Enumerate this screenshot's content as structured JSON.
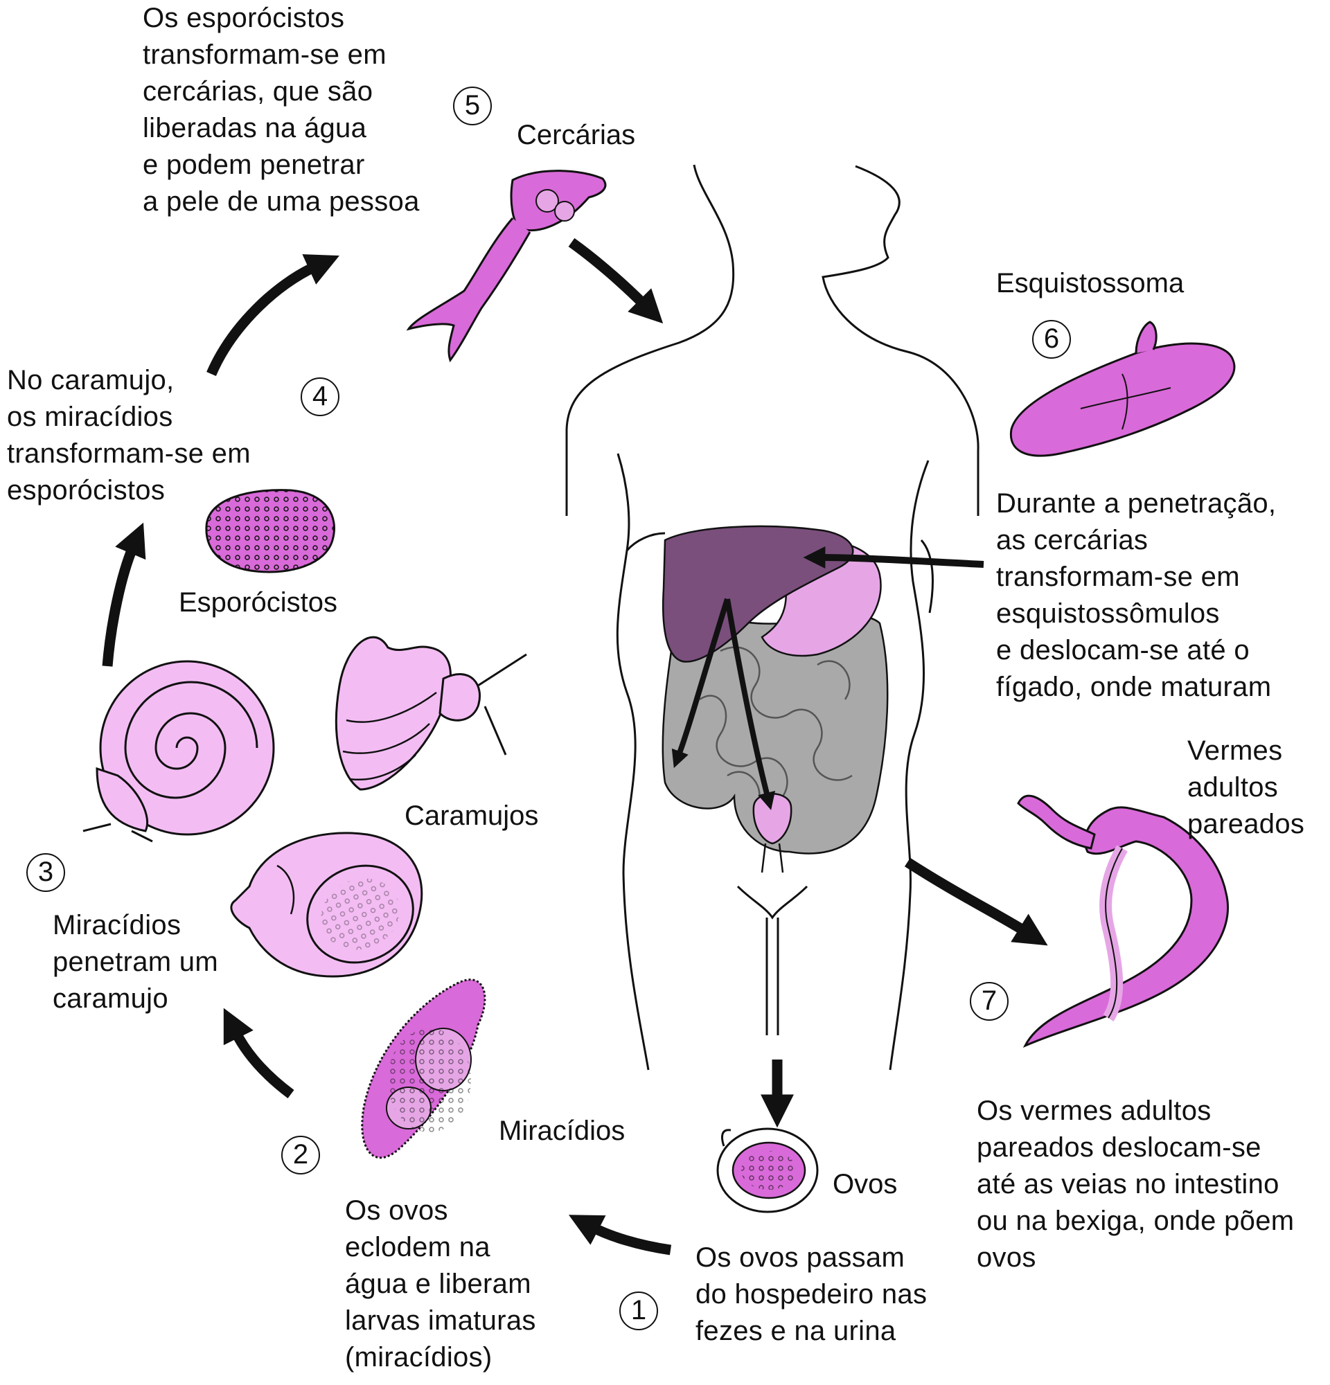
{
  "steps": [
    {
      "number": "1",
      "text": "Os ovos passam\ndo hospedeiro nas\nfezes e na urina"
    },
    {
      "number": "2",
      "text": "Os ovos\neclodem na\nágua e liberam\nlarvas imaturas\n(miracídios)"
    },
    {
      "number": "3",
      "text": "Miracídios\npenetram um\ncaramujo"
    },
    {
      "number": "4",
      "text": "No caramujo,\nos miracídios\ntransformam-se em\nesporócistos"
    },
    {
      "number": "5",
      "text": "Os esporócistos\ntransformam-se em\ncercárias, que são\nliberadas na água\ne podem penetrar\na pele de uma pessoa"
    },
    {
      "number": "6",
      "text": "Durante a penetração,\nas cercárias\ntransformam-se em\nesquistossômulos\ne deslocam-se até o\nfígado, onde maturam"
    },
    {
      "number": "7",
      "text": "Os vermes adultos\npareados deslocam-se\naté as veias no intestino\nou na bexiga, onde põem\novos"
    }
  ],
  "labels": {
    "eggs": "Ovos",
    "miracidia": "Miracídios",
    "snails": "Caramujos",
    "sporocysts": "Esporócistos",
    "cercariae": "Cercárias",
    "schistosome": "Esquistossoma",
    "adult_worms": "Vermes\nadultos\npareados"
  },
  "colors": {
    "organism_pink": "#e6a6e6",
    "organism_magenta": "#d96ad9",
    "snail_pink": "#f3bdf3",
    "liver_purple": "#7a4f7c",
    "intestine_gray": "#a9a9a9",
    "outline": "#111111"
  }
}
